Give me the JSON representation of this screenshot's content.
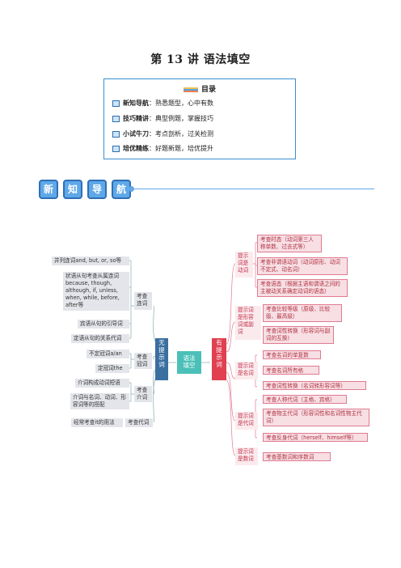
{
  "title": "第 13 讲    语法填空",
  "toc": {
    "heading": "目录",
    "rows": [
      {
        "label": "新知导航",
        "desc": "熟悉题型，心中有数"
      },
      {
        "label": "技巧精讲",
        "desc": "典型例题，掌握技巧"
      },
      {
        "label": "小试牛刀",
        "desc": "考点剖析，过关检测"
      },
      {
        "label": "培优精练",
        "desc": "好题新题，培优提升"
      }
    ]
  },
  "banner": [
    "新",
    "知",
    "导",
    "航"
  ],
  "mindmap": {
    "root": "语法\n填空",
    "left": {
      "label": "无\n提\n示\n词",
      "groups": [
        {
          "label": "考查\n连词",
          "items": [
            "并列连词and, but, or, so等",
            "状语从句考查从属连词because, though, although, if, unless, when, while, before, after等",
            "宾语从句的引导词",
            "定语从句的关系代词"
          ]
        },
        {
          "label": "考查\n冠词",
          "items": [
            "不定冠词a/an",
            "定冠词the"
          ]
        },
        {
          "label": "考查\n介词",
          "items": [
            "介词构成动词短语",
            "介词与名词、动词、形容词等的搭配"
          ]
        },
        {
          "label": "考查代词",
          "items": [
            "经常考查it的用法"
          ]
        }
      ]
    },
    "right": {
      "label": "有\n提\n示\n词",
      "groups": [
        {
          "label": "提示\n词是\n动词",
          "items": [
            "考查时态（动词第三人称单数、过去式等）",
            "考查非谓语动词（动词原形、动词不定式、动名词）",
            "考查语态（根据主语和谓语之间的主被动关系确定动词的语态）"
          ]
        },
        {
          "label": "提示词\n是形容\n词或副\n词",
          "items": [
            "考查比较等级（原级、比较级、最高级）",
            "考查词性转换（形容词与副词的互换）"
          ]
        },
        {
          "label": "提示词\n是名词",
          "items": [
            "考查名词的单复数",
            "考查名词所有格",
            "考查词性转换（名词转形容词等）"
          ]
        },
        {
          "label": "提示词\n是代词",
          "items": [
            "考查人称代词（主格、宾格）",
            "考查物主代词（形容词性和名词性物主代词）",
            "考查反身代词（herself、himself等）"
          ]
        },
        {
          "label": "提示词\n是数词",
          "items": [
            "考查基数词和序数词"
          ]
        }
      ]
    }
  }
}
